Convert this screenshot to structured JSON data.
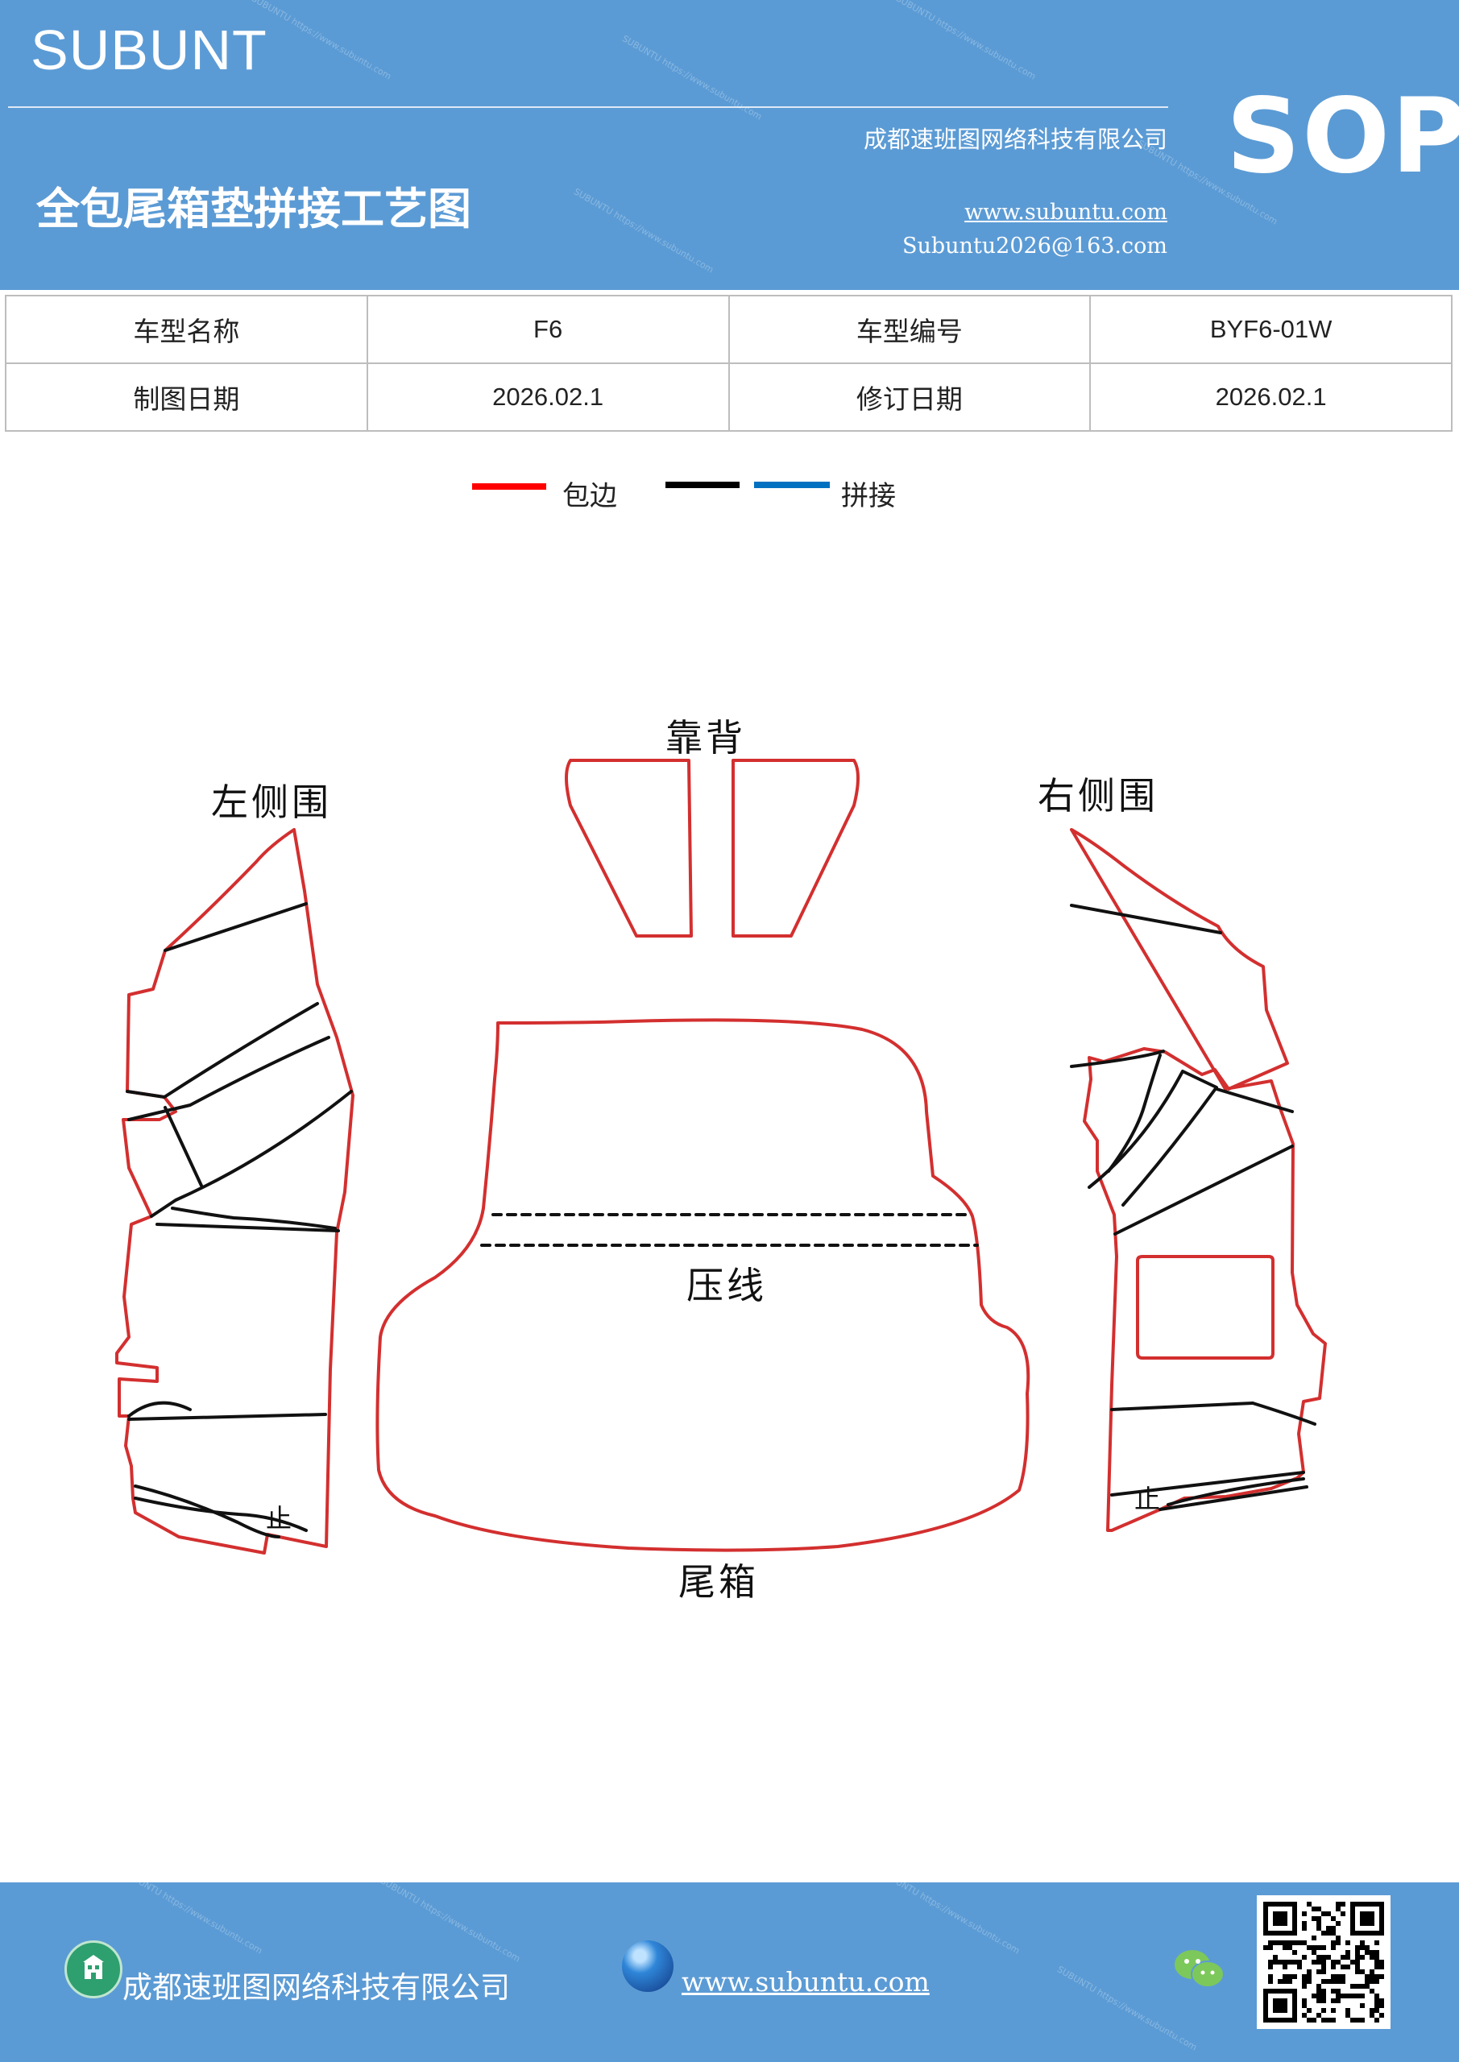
{
  "header": {
    "brand": "SUBUNT",
    "company": "成都速班图网络科技有限公司",
    "title": "全包尾箱垫拼接工艺图",
    "website": "www.subuntu.com",
    "email": "Subuntu2026@163.com",
    "badge": "SOP"
  },
  "info_table": {
    "row1": {
      "label1": "车型名称",
      "value1": "F6",
      "label2": "车型编号",
      "value2": "BYF6-01W"
    },
    "row2": {
      "label1": "制图日期",
      "value1": "2026.02.1",
      "label2": "修订日期",
      "value2": "2026.02.1"
    }
  },
  "legend": {
    "items": [
      {
        "label": "包边",
        "color": "#ff0000"
      },
      {
        "label": "",
        "color": "#000000"
      },
      {
        "label": "拼接",
        "color": "#0070c0"
      }
    ]
  },
  "drawing": {
    "labels": {
      "left_side": "左侧围",
      "backrest": "靠背",
      "right_side": "右侧围",
      "press_line": "压线",
      "trunk": "尾箱",
      "stop_left": "止",
      "stop_right": "止"
    },
    "colors": {
      "edge": "#d32f2f",
      "seam": "#111111"
    }
  },
  "footer": {
    "company": "成都速班图网络科技有限公司",
    "website": "www.subuntu.com",
    "icons": [
      "building-icon",
      "globe-icon",
      "wechat-icon",
      "qr-code"
    ]
  }
}
